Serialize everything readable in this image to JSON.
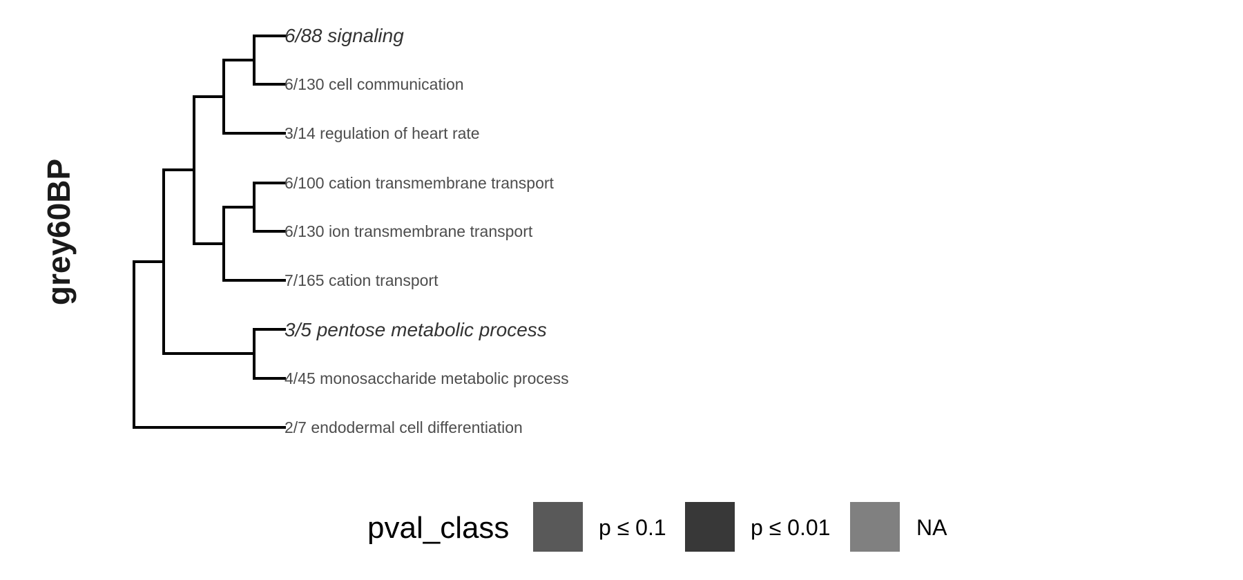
{
  "module_title": "grey60BP",
  "leaves": [
    {
      "id": "signaling",
      "label": "6/88 signaling",
      "significant": true
    },
    {
      "id": "cell-communication",
      "label": "6/130 cell communication",
      "significant": false
    },
    {
      "id": "regulation-of-heart-rate",
      "label": "3/14 regulation of heart rate",
      "significant": false
    },
    {
      "id": "cation-transmembrane-transport",
      "label": "6/100 cation transmembrane transport",
      "significant": false
    },
    {
      "id": "ion-transmembrane-transport",
      "label": "6/130 ion transmembrane transport",
      "significant": false
    },
    {
      "id": "cation-transport",
      "label": "7/165 cation transport",
      "significant": false
    },
    {
      "id": "pentose-metabolic-process",
      "label": "3/5 pentose metabolic process",
      "significant": true
    },
    {
      "id": "monosaccharide-metabolic-process",
      "label": "4/45 monosaccharide metabolic process",
      "significant": false
    },
    {
      "id": "endodermal-cell-differentiation",
      "label": "2/7 endodermal cell differentiation",
      "significant": false
    }
  ],
  "legend": {
    "title": "pval_class",
    "items": [
      {
        "label": "p ≤ 0.1",
        "color": "#595959"
      },
      {
        "label": "p ≤ 0.01",
        "color": "#383838"
      },
      {
        "label": "NA",
        "color": "#808080"
      }
    ]
  },
  "colors": {
    "branch": "#000000",
    "label": "#4d4d4d",
    "significant_label": "#333333",
    "title": "#1a1a1a"
  }
}
